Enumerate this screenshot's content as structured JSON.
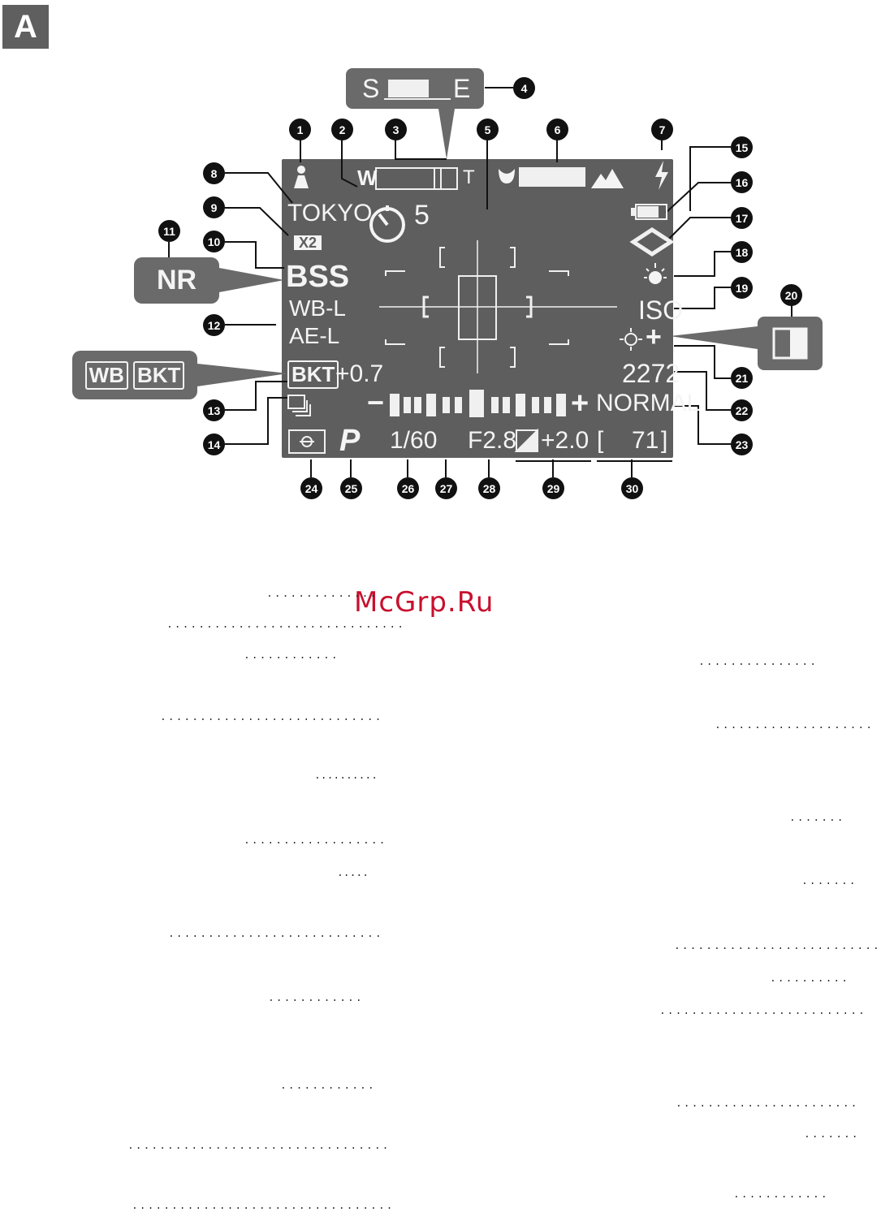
{
  "section_tag": "A",
  "watermark": "McGrp.Ru",
  "display": {
    "zoom_wide": "W",
    "zoom_tele": "T",
    "movie_start": "S",
    "movie_end": "E",
    "world_time": "TOKYO",
    "digital_zoom": "X2",
    "bss": "BSS",
    "noise_reduction": "NR",
    "wb_lock": "WB-L",
    "ae_lock": "AE-L",
    "bracketing": "BKT",
    "bracket_value": "+0.7",
    "wb_bracketing_wb": "WB",
    "wb_bracketing_bkt": "BKT",
    "self_timer_seconds": "5",
    "iso": "ISO",
    "frames_remaining": "2272",
    "image_quality": "NORMAL",
    "exposure_mode": "P",
    "shutter_speed": "1/60",
    "aperture": "F2.8",
    "exposure_compensation": "+2.0",
    "buffer_shots": "71",
    "scale_minus": "−",
    "scale_plus": "+",
    "sharpening_plus": "+"
  },
  "callout_numbers": [
    "1",
    "2",
    "3",
    "4",
    "5",
    "6",
    "7",
    "8",
    "9",
    "10",
    "11",
    "12",
    "13",
    "14",
    "15",
    "16",
    "17",
    "18",
    "19",
    "20",
    "21",
    "22",
    "23",
    "24",
    "25",
    "26",
    "27",
    "28",
    "29",
    "30"
  ],
  "icons": {
    "scene": "portrait-figure-icon",
    "self_timer": "self-timer-icon",
    "macro": "tulip-macro-icon",
    "infinity": "mountain-icon",
    "flash": "lightning-flash-icon",
    "battery": "battery-icon",
    "focus_area": "diamond-focus-icon",
    "white_balance": "incandescent-wb-icon",
    "sharpening": "sun-sharpening-icon",
    "continuous": "stacked-frames-icon",
    "metering": "center-weighted-metering-icon",
    "exp_comp": "exposure-compensation-icon"
  }
}
